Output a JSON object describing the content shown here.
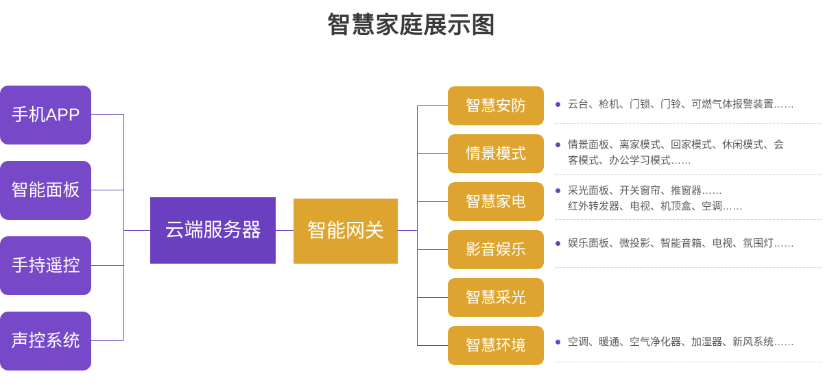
{
  "page": {
    "title": "智慧家庭展示图",
    "colors": {
      "purple_round": "#7748c7",
      "purple_square": "#6b40c0",
      "gold": "#dda52f",
      "connector": "#6b3fc2",
      "bullet": "#6b3fc2",
      "title_text": "#3b3b3b",
      "desc_text": "#5a5a5a",
      "divider": "#c9c9c9",
      "background": "#ffffff"
    }
  },
  "inputs": {
    "nodes": [
      {
        "label": "手机APP"
      },
      {
        "label": "智能面板"
      },
      {
        "label": "手持遥控"
      },
      {
        "label": "声控系统"
      }
    ]
  },
  "core": {
    "server": {
      "label": "云端服务器"
    },
    "gateway": {
      "label": "智能网关"
    }
  },
  "categories": [
    {
      "label": "智慧安防",
      "description": "云台、枪机、门锁、门铃、可燃气体报警装置……",
      "has_description": true
    },
    {
      "label": "情景模式",
      "description": "情景面板、离家模式、回家模式、休闲模式、会\n客模式、办公学习模式……",
      "has_description": true
    },
    {
      "label": "智慧家电",
      "description": "采光面板、开关窗帘、推窗器……\n红外转发器、电视、机顶盒、空调……",
      "has_description": true
    },
    {
      "label": "影音娱乐",
      "description": "娱乐面板、微投影、智能音箱、电视、氛围灯……",
      "has_description": true
    },
    {
      "label": "智慧采光",
      "description": "",
      "has_description": false
    },
    {
      "label": "智慧环境",
      "description": "空调、暖通、空气净化器、加湿器、新风系统……",
      "has_description": true
    }
  ]
}
